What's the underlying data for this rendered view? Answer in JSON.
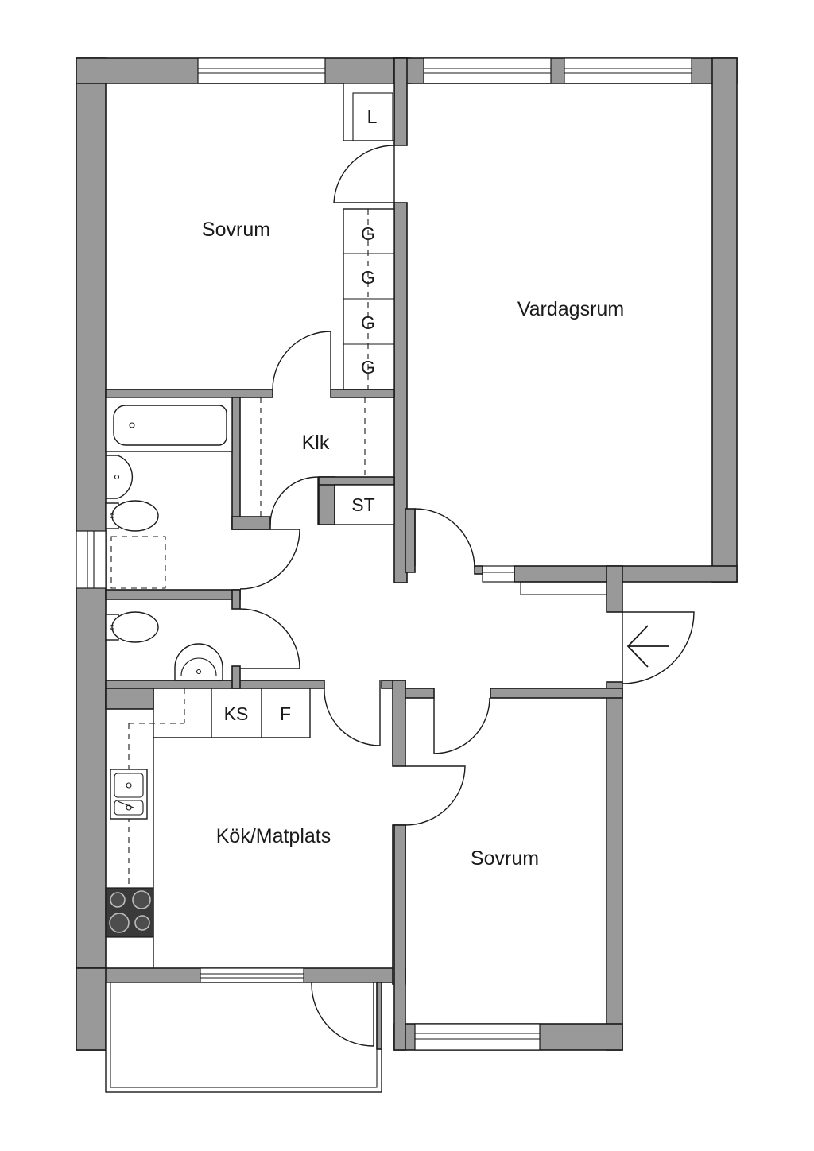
{
  "rooms": {
    "bedroom_north": "Sovrum",
    "living_room": "Vardagsrum",
    "wardrobe_hall": "Klk",
    "kitchen": "Kök/Matplats",
    "bedroom_south": "Sovrum"
  },
  "storage": {
    "linen": "L",
    "wardrobes": [
      "G",
      "G",
      "G",
      "G"
    ],
    "storage_cabinet": "ST",
    "fridge_freezer": "KS",
    "freezer": "F"
  },
  "icons": {
    "entrance": "arrow-left-icon"
  },
  "colors": {
    "wall": "#999999",
    "line": "#1a1a1a",
    "background": "#ffffff"
  }
}
